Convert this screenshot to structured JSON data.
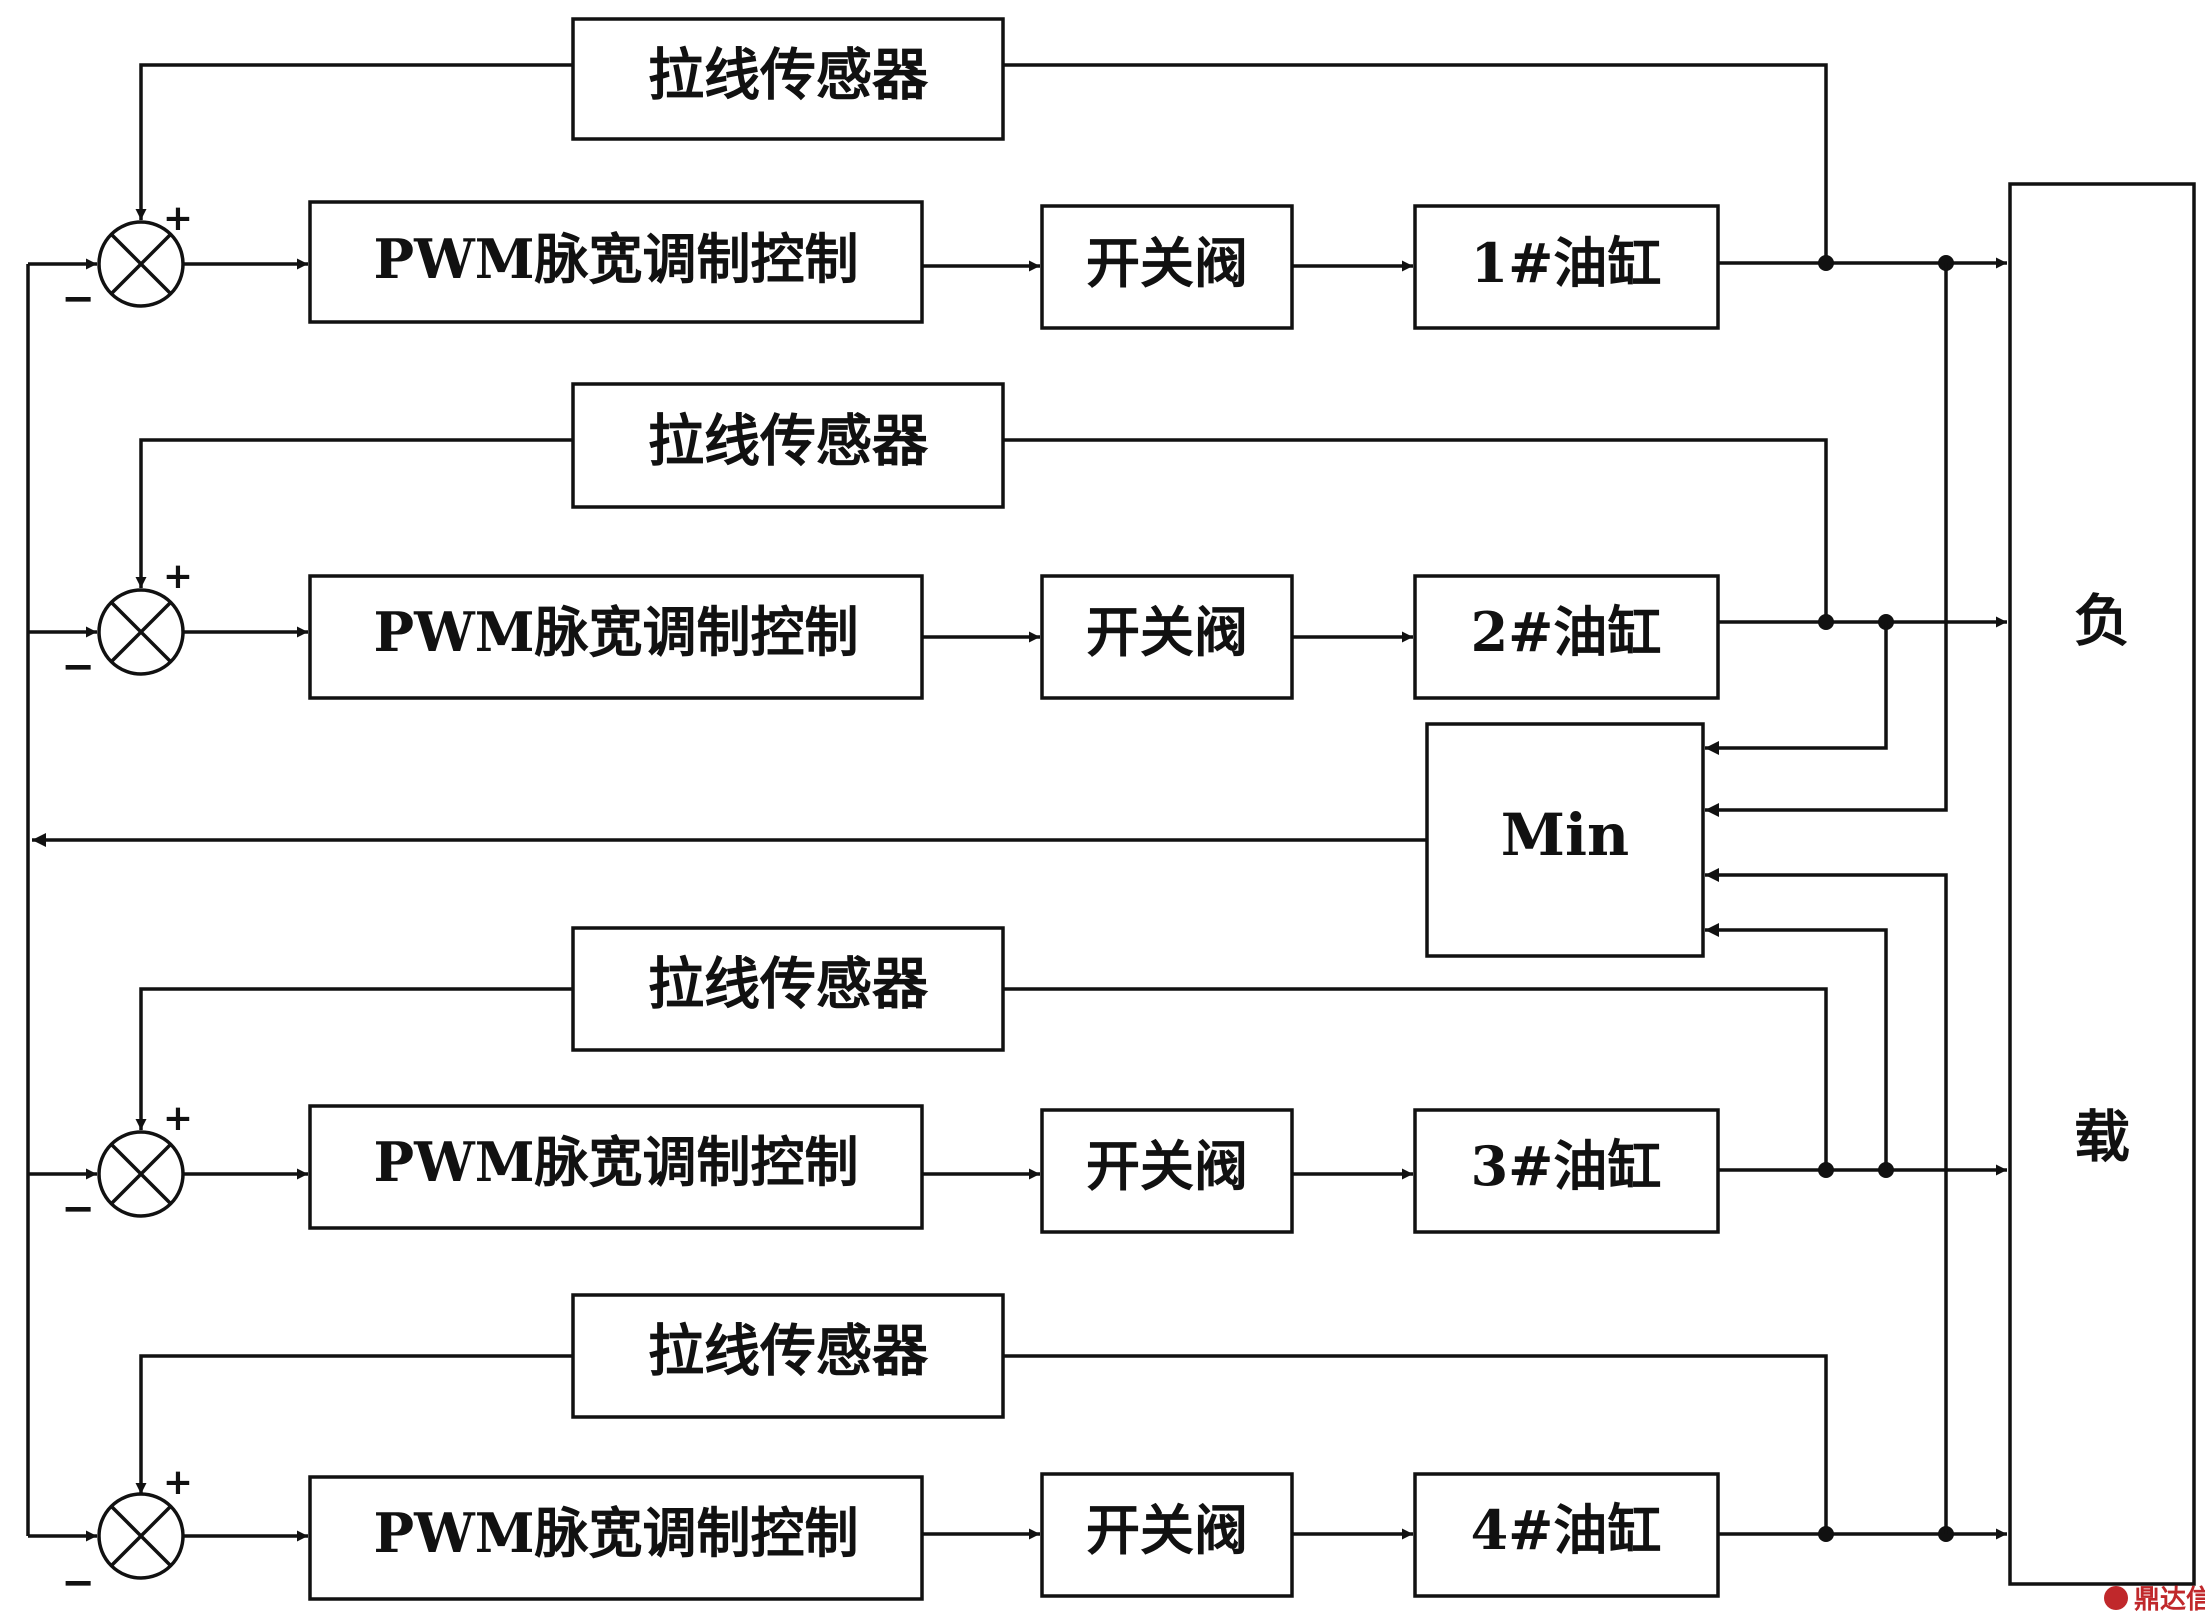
{
  "channels": [
    {
      "sensor": "拉线传感器",
      "controller": "PWM脉宽调制控制",
      "valve": "开关阀",
      "cylinder": "1#油缸",
      "plus": "+",
      "minus": "−"
    },
    {
      "sensor": "拉线传感器",
      "controller": "PWM脉宽调制控制",
      "valve": "开关阀",
      "cylinder": "2#油缸",
      "plus": "+",
      "minus": "−"
    },
    {
      "sensor": "拉线传感器",
      "controller": "PWM脉宽调制控制",
      "valve": "开关阀",
      "cylinder": "3#油缸",
      "plus": "+",
      "minus": "−"
    },
    {
      "sensor": "拉线传感器",
      "controller": "PWM脉宽调制控制",
      "valve": "开关阀",
      "cylinder": "4#油缸",
      "plus": "+",
      "minus": "−"
    }
  ],
  "min_block": "Min",
  "load_block": {
    "line1": "负",
    "line2": "载"
  },
  "watermark": "鼎达信"
}
